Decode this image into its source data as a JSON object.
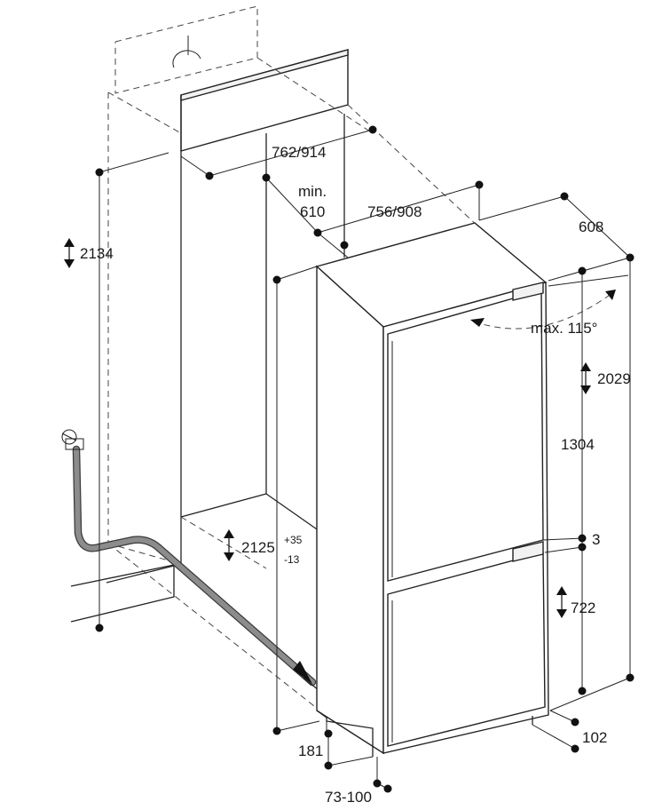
{
  "drawing": {
    "labels": {
      "niche_height": "2134",
      "niche_width": "762/914",
      "min_label": "min.",
      "min_value": "610",
      "niche_width_inner": "756/908",
      "depth": "608",
      "door_angle": "max. 115°",
      "appliance_height": "2029",
      "upper_door": "1304",
      "gap": "3",
      "lower_door": "722",
      "niche_height_adjust": "2125",
      "tolerance_plus": "+35",
      "tolerance_minus": "-13",
      "plinth": "181",
      "plinth_setback": "73-100",
      "toe_depth": "102"
    },
    "icons": [
      "electrical-socket-icon",
      "water-tap-icon",
      "double-arrow-icon"
    ]
  }
}
